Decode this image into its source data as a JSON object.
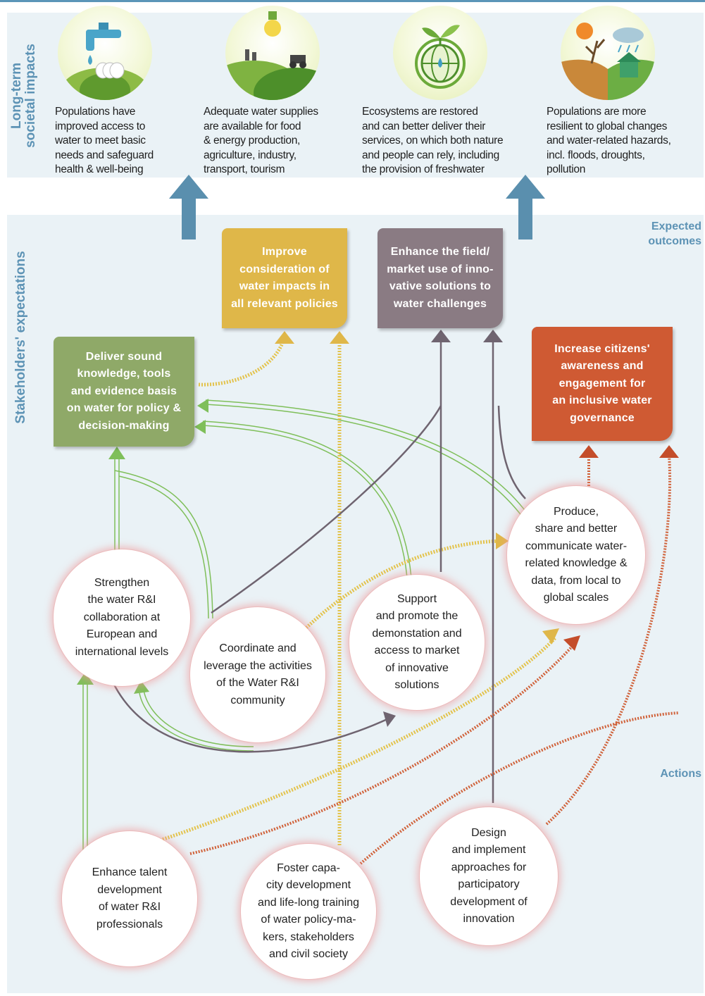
{
  "side_labels": {
    "long_term": "Long-term\nsocietal impacts",
    "stakeholders": "Stakeholders' expectations",
    "expected_outcomes": "Expected\noutcomes",
    "actions": "Actions"
  },
  "impacts": [
    {
      "icon": "water-tap-icon",
      "text": "Populations have\nimproved access to\nwater to meet basic\nneeds and safeguard\nhealth & well-being"
    },
    {
      "icon": "farm-energy-icon",
      "text": "Adequate water supplies\nare available for food\n& energy production,\nagriculture, industry,\ntransport, tourism"
    },
    {
      "icon": "ecosystem-globe-icon",
      "text": "Ecosystems are restored\nand can better deliver their\nservices, on which both nature\nand people can rely, including\nthe provision of freshwater"
    },
    {
      "icon": "climate-hazard-icon",
      "text": "Populations are more\nresilient to global changes\nand water-related hazards,\nincl. floods, droughts,\npollution"
    }
  ],
  "outcomes": {
    "deliver": {
      "text": "Deliver sound\nknowledge, tools\nand evidence basis\non water for policy &\ndecision-making",
      "color": "#8fa968"
    },
    "improve": {
      "text": "Improve\nconsideration of\nwater impacts in\nall relevant policies",
      "color": "#dfb749"
    },
    "enhance": {
      "text": "Enhance the field/\nmarket use of inno-\nvative solutions to\nwater challenges",
      "color": "#8a7b83"
    },
    "increase": {
      "text": "Increase citizens'\nawareness and\nengagement for\nan inclusive water\ngovernance",
      "color": "#cf5a33"
    }
  },
  "actions": {
    "strengthen": "Strengthen\nthe water R&I\ncollaboration at\nEuropean and\ninternational levels",
    "coordinate": "Coordinate and\nleverage the activities\nof the Water R&I\ncommunity",
    "support": "Support\nand promote the\ndemonstation and\naccess to market\nof innovative\nsolutions",
    "produce": "Produce,\nshare and better\ncommunicate water-\nrelated knowledge &\ndata, from local to\nglobal scales",
    "talent": "Enhance talent\ndevelopment\nof water R&I\nprofessionals",
    "foster": "Foster capa-\ncity development\nand life-long training\nof water policy-ma-\nkers, stakeholders\nand civil society",
    "design": "Design\nand implement\napproaches for\nparticipatory\ndevelopment of\ninnovation"
  },
  "colors": {
    "label_blue": "#5d93b5",
    "arrow_blue": "#5a8fae",
    "green_link": "#7fbf5a",
    "yellow_link": "#e3c34c",
    "grey_link": "#6f6470",
    "red_link": "#d0623a"
  }
}
